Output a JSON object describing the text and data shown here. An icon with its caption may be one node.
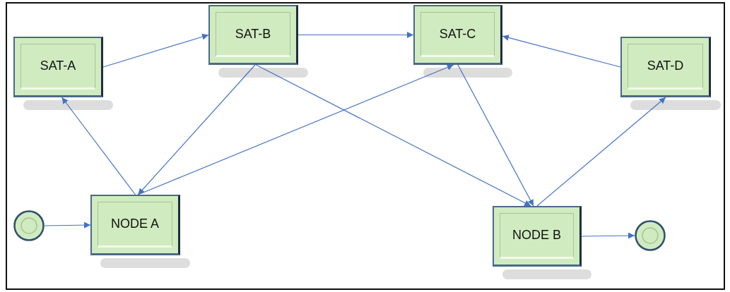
{
  "diagram": {
    "nodes": [
      {
        "text": [
          "SAT-A"
        ]
      },
      {
        "text": [
          "SAT-B"
        ]
      },
      {
        "text": [
          "SAT-C"
        ]
      },
      {
        "text": [
          "SAT-D"
        ]
      },
      {
        "text": [],
        "shape": "circle"
      },
      {
        "text": [
          "NODE A"
        ]
      },
      {
        "text": [
          "NODE B"
        ]
      },
      {
        "text": [],
        "shape": "circle"
      }
    ],
    "edges": [
      {
        "from": 0,
        "to": 1,
        "arrow": "to"
      },
      {
        "from": 1,
        "to": 2,
        "arrow": "to"
      },
      {
        "from": 3,
        "to": 2,
        "arrow": "to"
      },
      {
        "from": 5,
        "to": 0,
        "arrow": "to"
      },
      {
        "from": 1,
        "to": 5,
        "arrow": "to"
      },
      {
        "from": 5,
        "to": 2,
        "arrow": "to"
      },
      {
        "from": 1,
        "to": 6,
        "arrow": "to"
      },
      {
        "from": 2,
        "to": 6,
        "arrow": "to"
      },
      {
        "from": 6,
        "to": 3,
        "arrow": "to"
      },
      {
        "from": 4,
        "to": 5,
        "arrow": "to"
      },
      {
        "from": 6,
        "to": 7,
        "arrow": "to"
      }
    ]
  }
}
